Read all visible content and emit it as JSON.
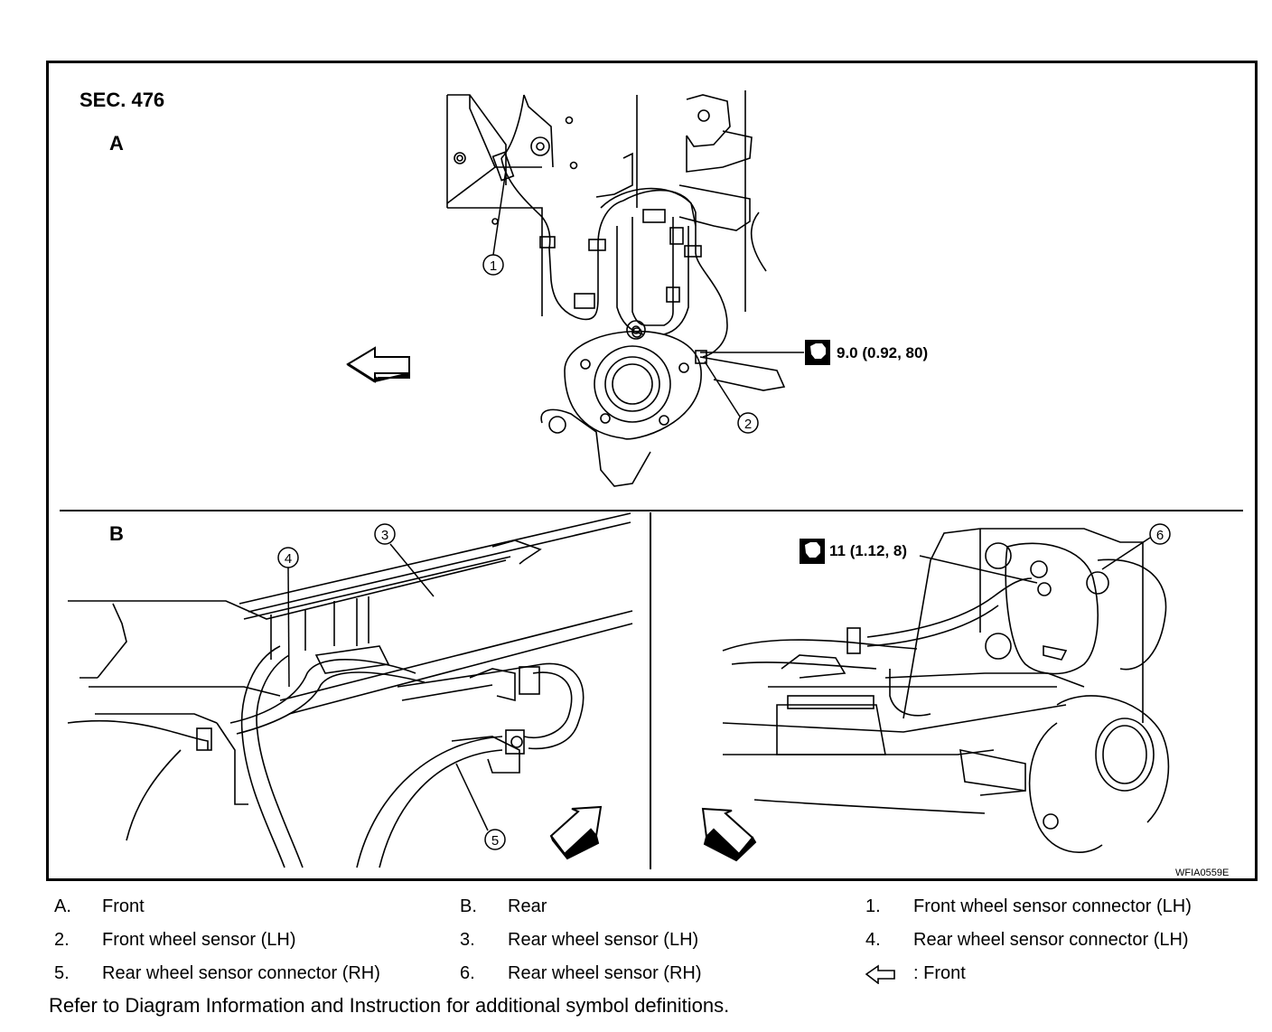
{
  "figure": {
    "section": "SEC. 476",
    "view_a_label": "A",
    "view_b_label": "B",
    "figure_code": "WFIA0559E",
    "torque_front": "9.0 (0.92, 80)",
    "torque_rear": "11 (1.12, 8)",
    "callouts": [
      "1",
      "2",
      "3",
      "4",
      "5",
      "6"
    ]
  },
  "legend": [
    {
      "key": "A.",
      "text": "Front"
    },
    {
      "key": "B.",
      "text": "Rear"
    },
    {
      "key": "1.",
      "text": "Front wheel sensor connector (LH)"
    },
    {
      "key": "2.",
      "text": "Front wheel sensor (LH)"
    },
    {
      "key": "3.",
      "text": "Rear wheel sensor (LH)"
    },
    {
      "key": "4.",
      "text": "Rear wheel sensor connector (LH)"
    },
    {
      "key": "5.",
      "text": "Rear wheel sensor connector (RH)"
    },
    {
      "key": "6.",
      "text": "Rear wheel sensor (RH)"
    },
    {
      "key": "arrow-front-icon",
      "text": ": Front"
    }
  ],
  "footer_note": "Refer to Diagram Information and Instruction for additional symbol definitions."
}
